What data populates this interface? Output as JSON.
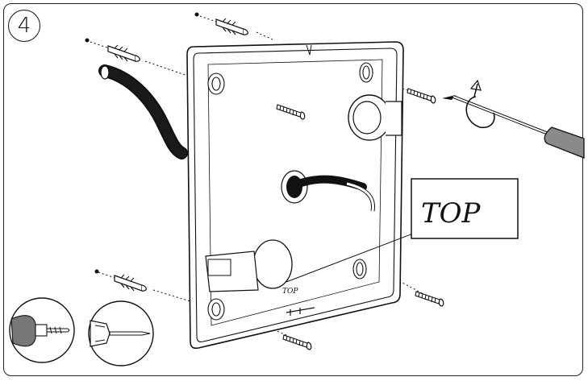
{
  "step": {
    "number": "4"
  },
  "callout": {
    "label": "TOP"
  },
  "plate": {
    "label": "TOP"
  },
  "icons": {
    "drill": "drill-icon",
    "screwdriver": "screwdriver-icon",
    "screw": "screw-icon",
    "anchor": "wall-anchor-icon",
    "rotation": "rotation-arrow-icon",
    "cable": "cable-icon"
  },
  "colors": {
    "line": "#111111",
    "plate_fill": "#ffffff",
    "cable": "#1a1a1a",
    "handle": "#8a8a8a"
  }
}
